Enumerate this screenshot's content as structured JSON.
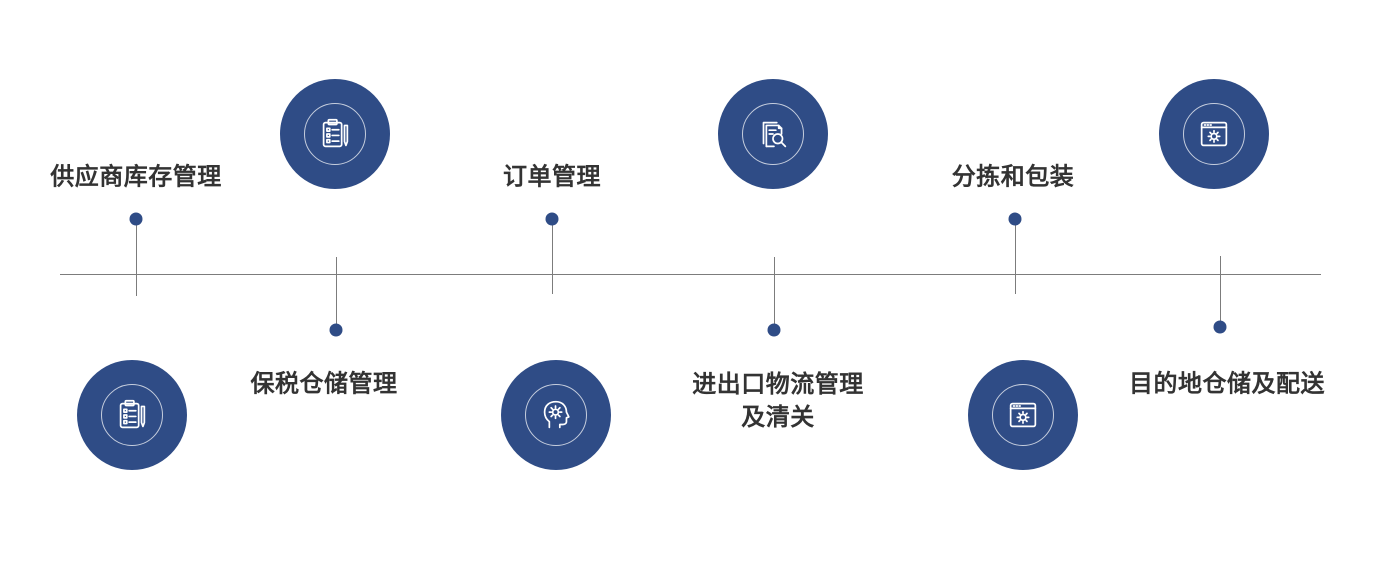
{
  "steps": [
    {
      "label": "供应商库存管理",
      "icon": "checklist-icon",
      "position": "top-label"
    },
    {
      "label": "保税仓储管理",
      "icon": "checklist-icon",
      "position": "bottom-label"
    },
    {
      "label": "订单管理",
      "icon": "brain-gear-icon",
      "position": "top-label"
    },
    {
      "label": "进出口物流管理\n及清关",
      "label_lines": [
        "进出口物流管理",
        "及清关"
      ],
      "icon": "document-search-icon",
      "position": "bottom-label"
    },
    {
      "label": "分拣和包装",
      "icon": "window-gear-icon",
      "position": "top-label"
    },
    {
      "label": "目的地仓储及配送",
      "icon": "window-gear-icon",
      "position": "bottom-label"
    }
  ],
  "colors": {
    "accent": "#2f4c86",
    "text": "#333333",
    "line": "#7c7c7c",
    "background": "#ffffff"
  }
}
